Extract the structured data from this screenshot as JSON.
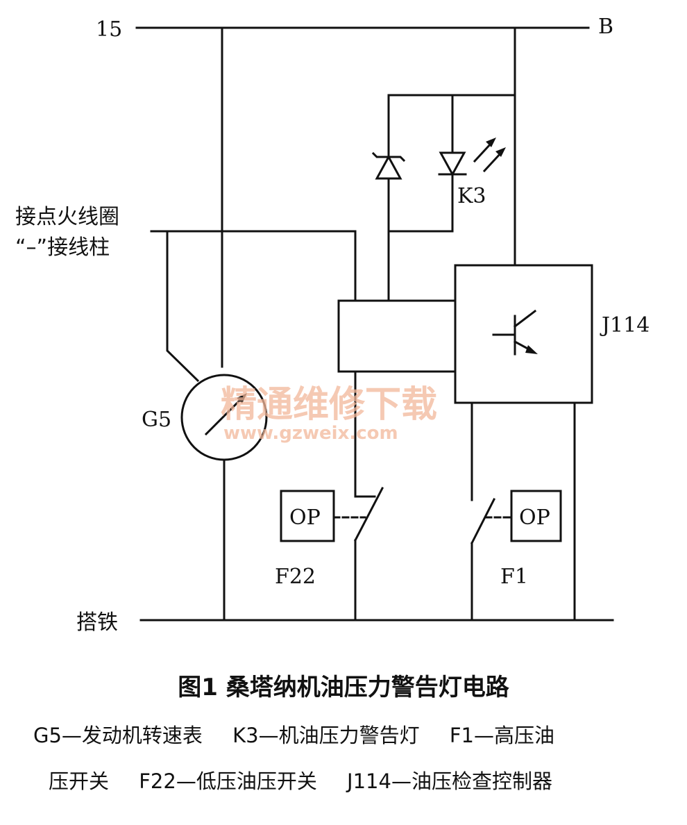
{
  "labels": {
    "supply_15": "15",
    "supply_b": "B",
    "ignition_coil_line1": "接点火线圈",
    "ignition_coil_line2": "“–”接线柱",
    "ground": "搭铁",
    "g5": "G5",
    "k3": "K3",
    "j114": "J114",
    "f22": "F22",
    "f1": "F1",
    "op_left": "OP",
    "op_right": "OP"
  },
  "watermark": {
    "text": "精通维修下载",
    "url": "www.gzweix.com"
  },
  "caption": {
    "title": "图1  桑塔纳机油压力警告灯电路",
    "legend": [
      "G5—发动机转速表",
      "K3—机油压力警告灯",
      "F1—高压油",
      "压开关",
      "F22—低压油压开关",
      "J114—油压检查控制器"
    ]
  }
}
